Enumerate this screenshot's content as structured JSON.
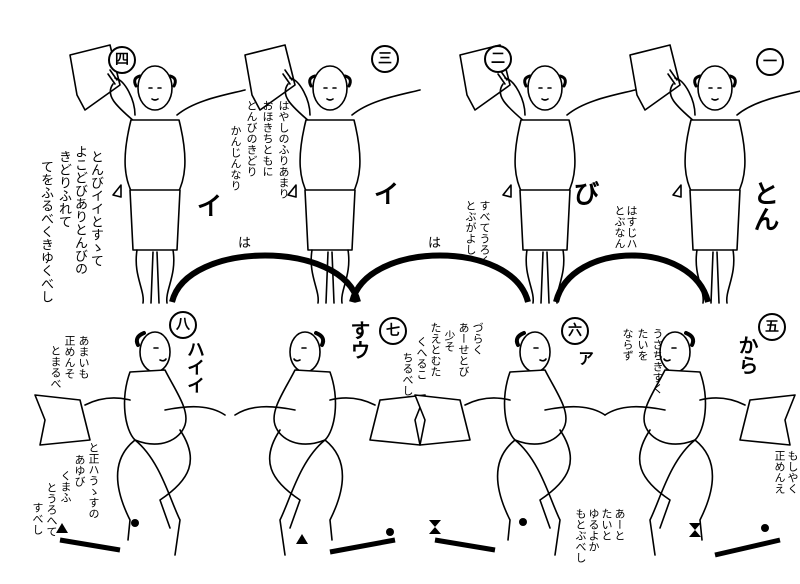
{
  "step_numbers": [
    "一",
    "二",
    "三",
    "四",
    "五",
    "六",
    "七",
    "八"
  ],
  "top_row": {
    "labels": {
      "ton": "とん",
      "bi": "び",
      "i1": "イ",
      "i2": "イ"
    },
    "ha_marks": [
      "は",
      "は"
    ],
    "notes": {
      "ichi": [
        "はすじハ",
        "とぶなん"
      ],
      "ni": [
        "すべてうろく",
        "とぶがよし"
      ],
      "san": [
        "はやしのふりあまり",
        "おほきちともに",
        "とんびのきどり",
        "かんじんなり"
      ],
      "yon": [
        "とんびイイとすゝて",
        "よこどびありとんびの",
        "きどりふれて",
        "てをふるべくきゆくべし"
      ]
    }
  },
  "bottom_row": {
    "labels": {
      "kara": "から",
      "a": "ア",
      "suu": "すウ",
      "haii": "ハイイ"
    },
    "notes": {
      "go_top": [
        "うさちきすく",
        "たいを",
        "ならず"
      ],
      "go_right": [
        "もしやく",
        "正めんえ"
      ],
      "go_bottom": [
        "あーと",
        "たいと",
        "ゆるよか",
        "もとぶべし"
      ],
      "roku": [
        "づらく",
        "あーせとび",
        "少そ",
        "たえとむた",
        "くへるこ",
        "ちるべし"
      ],
      "hachi_top": [
        "あまいも",
        "正めんそ",
        "とまるべ"
      ],
      "hachi_bottom": [
        "と正ハうゝすの",
        "あゆび",
        "くまふ",
        "とうろへて",
        "すべし"
      ]
    }
  }
}
